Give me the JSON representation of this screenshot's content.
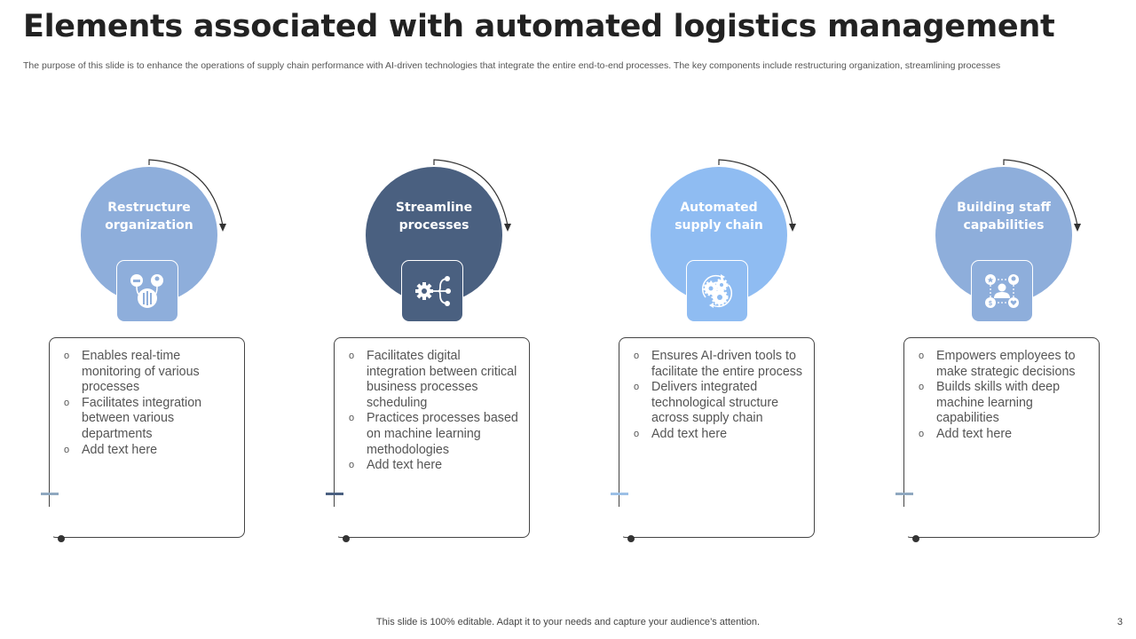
{
  "slide": {
    "title": "Elements associated with automated logistics management",
    "subtitle": "The purpose of this slide is to enhance the operations of supply chain performance with AI-driven technologies that integrate the entire end-to-end processes. The key components include restructuring organization, streamlining processes",
    "footer": "This slide is 100% editable. Adapt it to your needs and capture your audience’s attention.",
    "page_number": "3"
  },
  "colors": {
    "restructure": "#8eaedb",
    "streamline": "#4a6080",
    "automated": "#8fbcf2",
    "building": "#8eaedb"
  },
  "cards": [
    {
      "label_line1": "Restructure",
      "label_line2": "organization",
      "icon": "organization-icon",
      "color": "#8eaedb",
      "tick_color": "#8fa8c0",
      "bullets": [
        "Enables real-time monitoring of various processes",
        "Facilitates integration between various departments",
        "Add text here"
      ]
    },
    {
      "label_line1": "Streamline",
      "label_line2": "processes",
      "icon": "gear-network-icon",
      "color": "#4a6080",
      "tick_color": "#4a6080",
      "bullets": [
        "Facilitates digital integration between critical business processes scheduling",
        "Practices processes based on machine learning methodologies",
        "Add text here"
      ]
    },
    {
      "label_line1": "Automated",
      "label_line2": "supply chain",
      "icon": "gears-cycle-icon",
      "color": "#8fbcf2",
      "tick_color": "#9cc0e6",
      "bullets": [
        "Ensures AI-driven tools to facilitate the entire process",
        "Delivers integrated technological structure across supply chain",
        "Add text here"
      ]
    },
    {
      "label_line1": "Building staff",
      "label_line2": "capabilities",
      "icon": "staff-skills-icon",
      "color": "#8eaedb",
      "tick_color": "#8fa8c0",
      "bullets": [
        "Empowers employees to make strategic decisions",
        "Builds skills with deep machine learning capabilities",
        "Add text here"
      ]
    }
  ]
}
